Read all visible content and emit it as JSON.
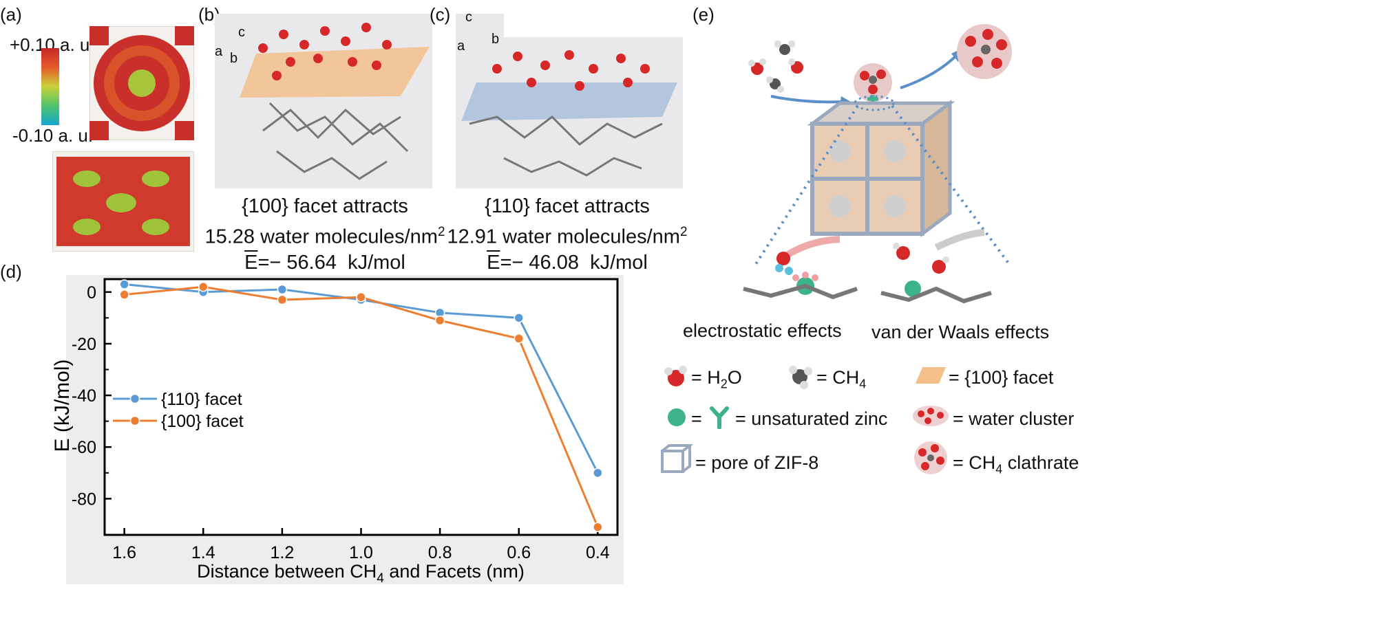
{
  "panels": {
    "a": {
      "label": "(a)",
      "colorbar_max": "+0.10 a. u.",
      "colorbar_min": "-0.10 a. u."
    },
    "b": {
      "label": "(b)",
      "axis_c": "c",
      "axis_a": "a",
      "axis_b": "b",
      "cap_line1": "{100} facet attracts",
      "cap_line2_value": "15.28",
      "cap_line2_text": "water  molecules/nm",
      "cap_sup": "2",
      "cap_line3_E": "E",
      "cap_line3_value": "=− 56.64",
      "cap_line3_unit": "kJ/mol"
    },
    "c": {
      "label": "(c)",
      "axis_c": "c",
      "axis_a": "a",
      "axis_b": "b",
      "cap_line1": "{110} facet attracts",
      "cap_line2_value": "12.91",
      "cap_line2_text": "water  molecules/nm",
      "cap_sup": "2",
      "cap_line3_E": "E",
      "cap_line3_value": "=− 46.08",
      "cap_line3_unit": "kJ/mol"
    },
    "d": {
      "label": "(d)"
    },
    "e": {
      "label": "(e)",
      "effect_left": "electrostatic  effects",
      "effect_right": "van der Waals effects",
      "legend": {
        "h2o_eq": "= H",
        "h2o_sub": "2",
        "h2o_tail": "O",
        "ch4_eq": "= CH",
        "ch4_sub": "4",
        "facet_eq": "= {100} facet",
        "zinc_eq1": "=",
        "zinc_eq2": "= unsaturated zinc",
        "cluster_eq": "= water cluster",
        "pore_eq": "= pore of ZIF-8",
        "clathrate_eq": "= CH",
        "clathrate_sub": "4",
        "clathrate_tail": " clathrate"
      }
    }
  },
  "colors": {
    "series_110": "#5b9bd5",
    "series_100": "#ed7d31",
    "oxygen": "#d62828",
    "hydrogen": "#e6e6e6",
    "facet_100": "#f3c08c",
    "facet_110": "#a9bfdc",
    "zinc": "#3cb38a"
  },
  "chart_data": {
    "type": "line",
    "xlabel_pre": "Distance between CH",
    "xlabel_sub": "4",
    "xlabel_post": " and Facets (nm)",
    "ylabel": "E (kJ/mol)",
    "x": [
      1.6,
      1.4,
      1.2,
      1.0,
      0.8,
      0.6,
      0.4
    ],
    "xticks": [
      "1.6",
      "1.4",
      "1.2",
      "1.0",
      "0.8",
      "0.6",
      "0.4"
    ],
    "yticks": [
      "0",
      "-20",
      "-40",
      "-60",
      "-80"
    ],
    "xlim": [
      1.65,
      0.35
    ],
    "ylim": [
      -94,
      5
    ],
    "x_reversed": true,
    "grid": false,
    "legend_position": "bottom-left",
    "series": [
      {
        "name": "{110} facet",
        "color": "#5b9bd5",
        "values": [
          3,
          0,
          1,
          -3,
          -8,
          -10,
          -70
        ]
      },
      {
        "name": "{100} facet",
        "color": "#ed7d31",
        "values": [
          -1,
          2,
          -3,
          -2,
          -11,
          -18,
          -91
        ]
      }
    ]
  }
}
